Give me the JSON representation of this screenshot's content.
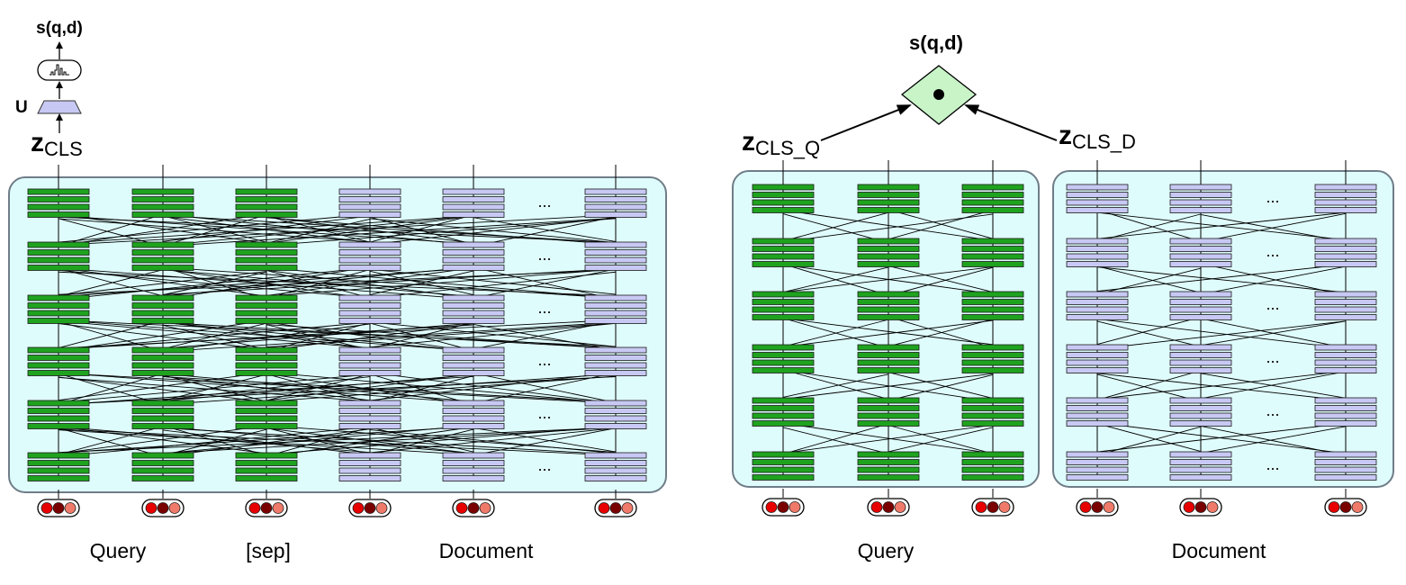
{
  "left": {
    "score_label": "s(q,d)",
    "proj_label": "U",
    "z_main": "z",
    "z_sub": "CLS",
    "ellipsis": "...",
    "token_labels": {
      "query": "Query",
      "sep": "[sep]",
      "document": "Document"
    }
  },
  "right": {
    "score_label": "s(q,d)",
    "zq_main": "z",
    "zq_sub": "CLS_Q",
    "zd_main": "z",
    "zd_sub": "CLS_D",
    "ellipsis": "...",
    "token_labels": {
      "query": "Query",
      "document": "Document"
    }
  },
  "colors": {
    "box_fill": "#dffcfc",
    "box_stroke": "#6f7d88",
    "query_block": "#1fa31f",
    "doc_block": "#c8c8f4",
    "score_diamond": "#c8f4c8",
    "embed_dot_1": "#e80000",
    "embed_dot_2": "#7a0000",
    "embed_dot_3": "#f07a6a"
  },
  "icons": {
    "projection": "trapezoid-icon",
    "softmax": "histogram-icon",
    "dot_product": "dot-icon",
    "embedding": "embedding-dots-icon"
  }
}
